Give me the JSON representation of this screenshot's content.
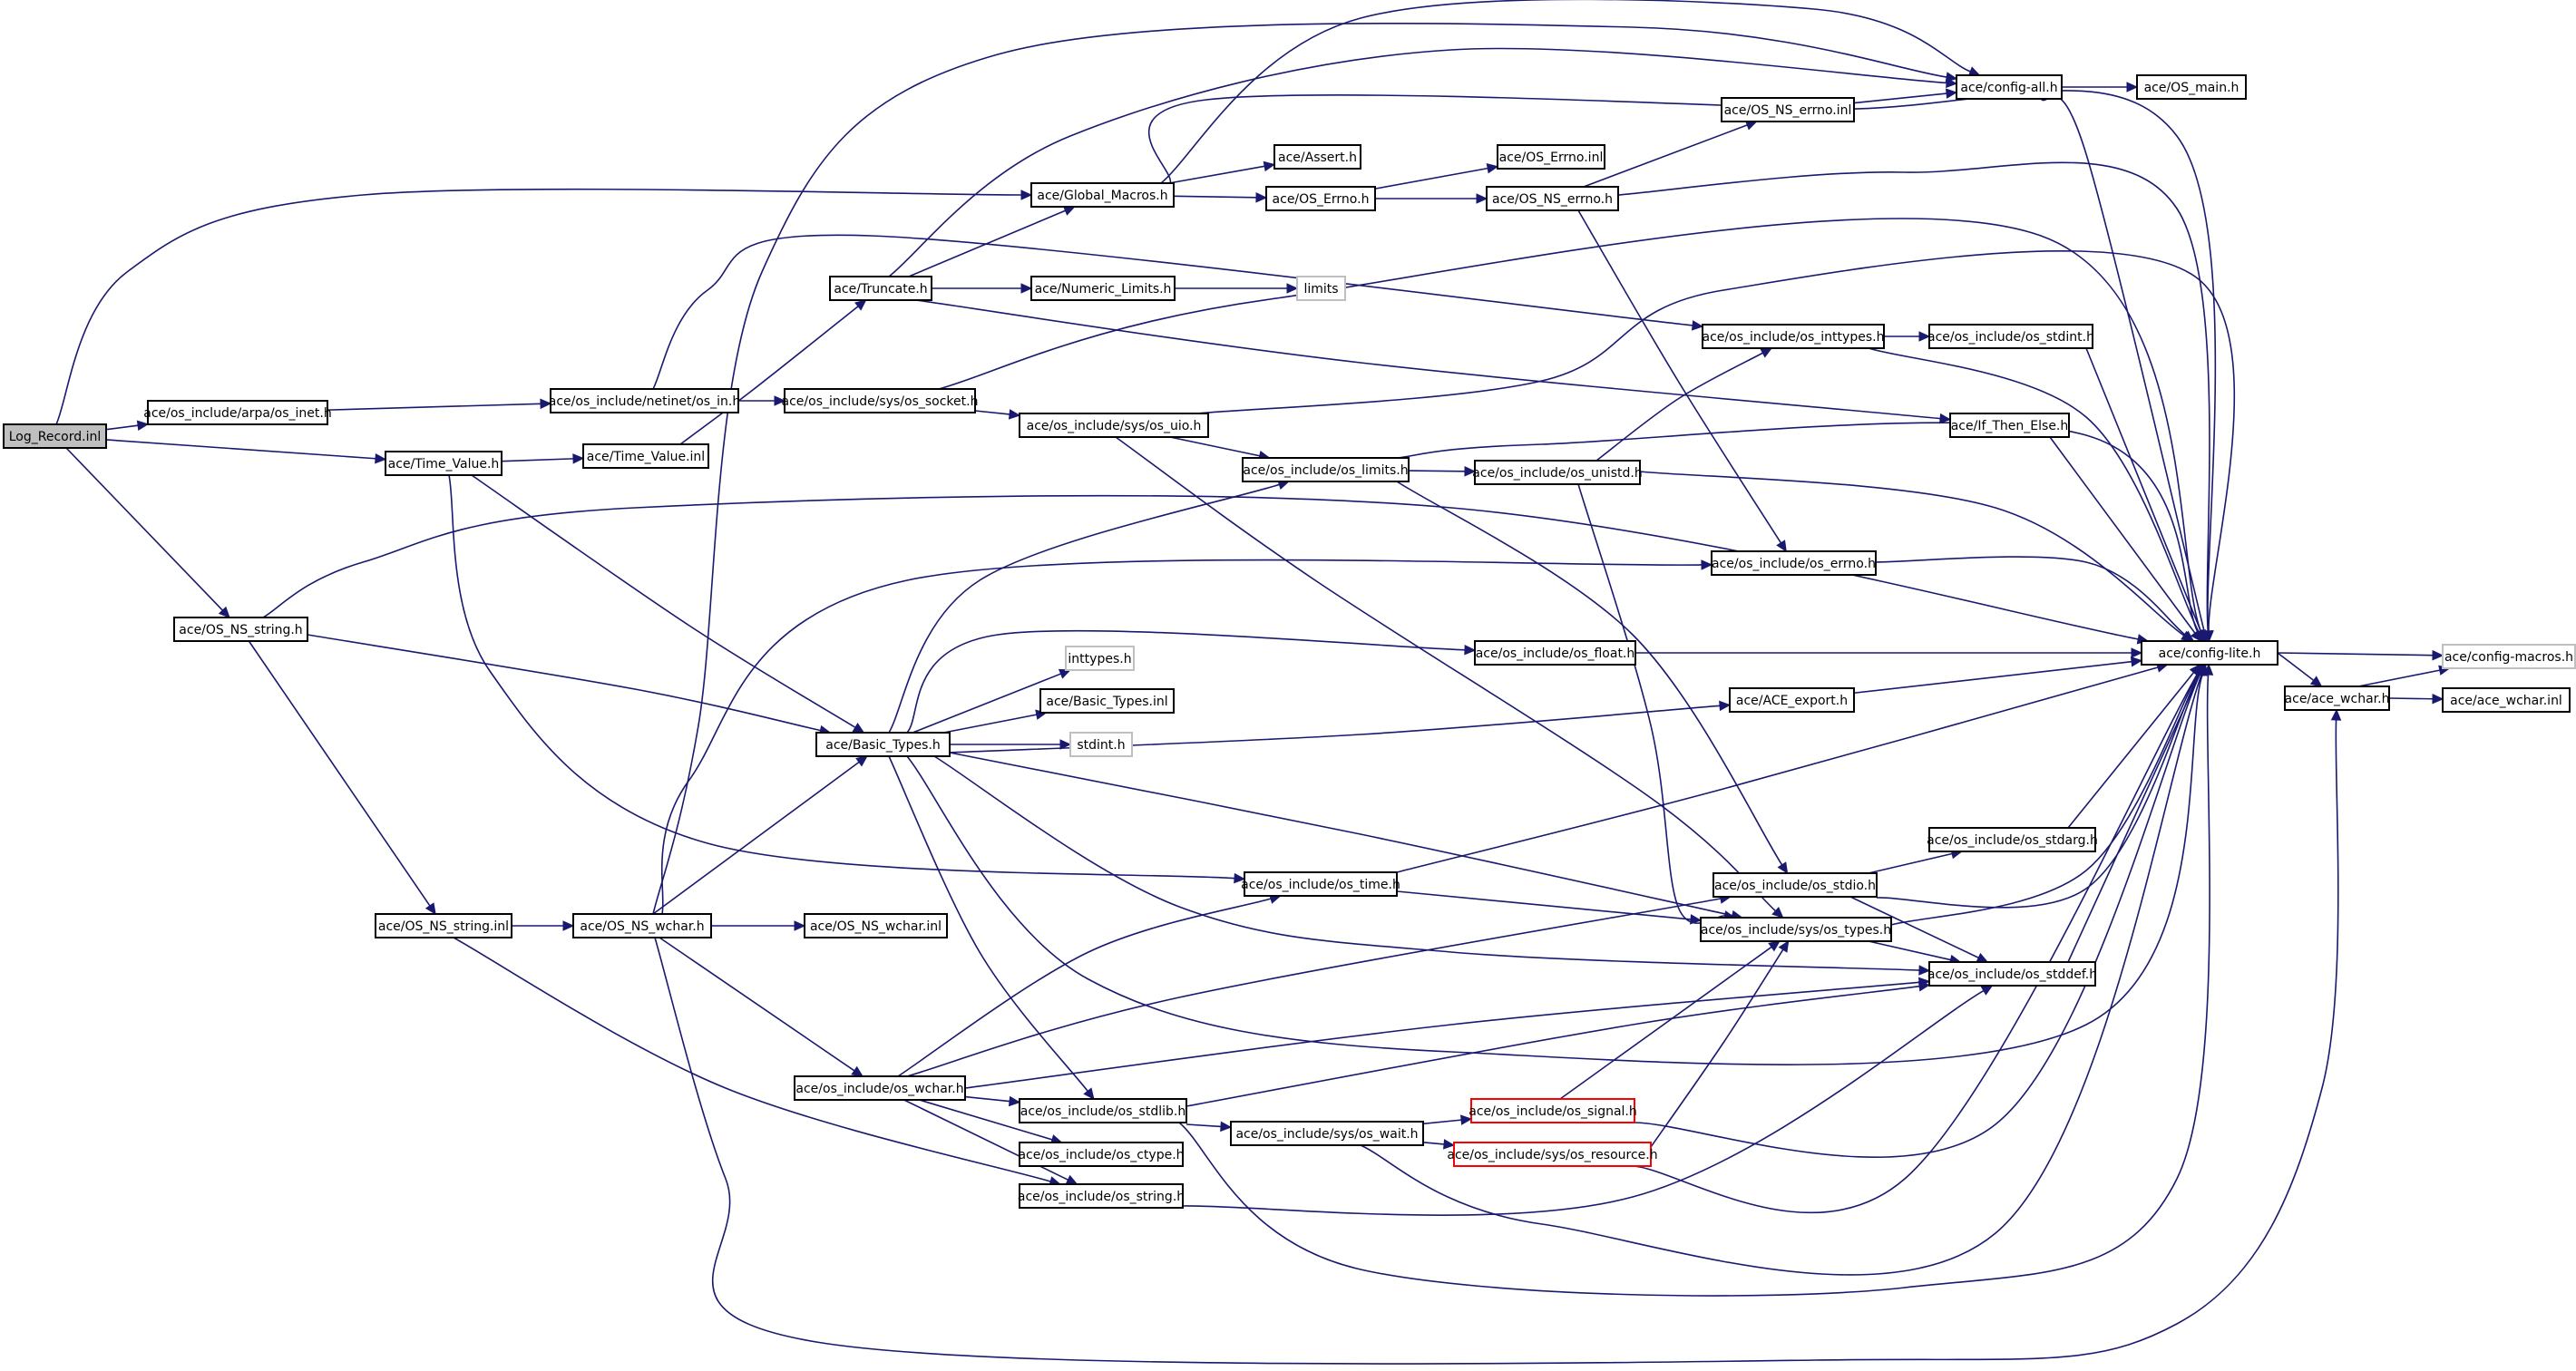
{
  "diagram": {
    "nodes": {
      "log_record_inl": "Log_Record.inl",
      "arpa_inet": "ace/os_include/arpa/os_inet.h",
      "time_value_h": "ace/Time_Value.h",
      "os_ns_string_h": "ace/OS_NS_string.h",
      "os_ns_string_inl": "ace/OS_NS_string.inl",
      "netinet_in": "ace/os_include/netinet/os_in.h",
      "time_value_inl": "ace/Time_Value.inl",
      "os_ns_wchar_h": "ace/OS_NS_wchar.h",
      "os_ns_wchar_inl": "ace/OS_NS_wchar.inl",
      "sys_socket": "ace/os_include/sys/os_socket.h",
      "truncate_h": "ace/Truncate.h",
      "basic_types_h": "ace/Basic_Types.h",
      "os_wchar_h": "ace/os_include/os_wchar.h",
      "global_macros": "ace/Global_Macros.h",
      "numeric_limits": "ace/Numeric_Limits.h",
      "sys_uio": "ace/os_include/sys/os_uio.h",
      "inttypes_std": "inttypes.h",
      "basic_types_inl": "ace/Basic_Types.inl",
      "stdint_std": "stdint.h",
      "os_stdlib": "ace/os_include/os_stdlib.h",
      "os_ctype": "ace/os_include/os_ctype.h",
      "os_string": "ace/os_include/os_string.h",
      "assert_h": "ace/Assert.h",
      "os_errno_h": "ace/OS_Errno.h",
      "limits_std": "limits",
      "os_limits": "ace/os_include/os_limits.h",
      "os_time": "ace/os_include/os_time.h",
      "sys_wait": "ace/os_include/sys/os_wait.h",
      "os_errno_inl": "ace/OS_Errno.inl",
      "os_ns_errno_h": "ace/OS_NS_errno.h",
      "os_unistd": "ace/os_include/os_unistd.h",
      "os_float": "ace/os_include/os_float.h",
      "os_signal": "ace/os_include/os_signal.h",
      "sys_resource": "ace/os_include/sys/os_resource.h",
      "os_ns_errno_inl": "ace/OS_NS_errno.inl",
      "os_inttypes": "ace/os_include/os_inttypes.h",
      "os_errno_inc": "ace/os_include/os_errno.h",
      "ace_export": "ace/ACE_export.h",
      "os_stdio": "ace/os_include/os_stdio.h",
      "sys_types": "ace/os_include/sys/os_types.h",
      "os_stdint": "ace/os_include/os_stdint.h",
      "if_then_else": "ace/If_Then_Else.h",
      "os_stdarg": "ace/os_include/os_stdarg.h",
      "os_stddef": "ace/os_include/os_stddef.h",
      "config_all": "ace/config-all.h",
      "config_lite": "ace/config-lite.h",
      "os_main": "ace/OS_main.h",
      "ace_wchar_h": "ace/ace_wchar.h",
      "config_macros": "ace/config-macros.h",
      "ace_wchar_inl": "ace/ace_wchar.inl"
    },
    "edges": [
      [
        "log_record_inl",
        "arpa_inet"
      ],
      [
        "log_record_inl",
        "time_value_h"
      ],
      [
        "log_record_inl",
        "os_ns_string_h"
      ],
      [
        "log_record_inl",
        "global_macros"
      ],
      [
        "arpa_inet",
        "netinet_in"
      ],
      [
        "netinet_in",
        "sys_socket"
      ],
      [
        "netinet_in",
        "os_inttypes"
      ],
      [
        "sys_socket",
        "sys_uio"
      ],
      [
        "sys_socket",
        "config_lite"
      ],
      [
        "sys_uio",
        "os_limits"
      ],
      [
        "sys_uio",
        "sys_types"
      ],
      [
        "sys_uio",
        "config_lite"
      ],
      [
        "time_value_h",
        "time_value_inl"
      ],
      [
        "time_value_h",
        "basic_types_h"
      ],
      [
        "time_value_h",
        "os_time"
      ],
      [
        "time_value_inl",
        "truncate_h"
      ],
      [
        "truncate_h",
        "global_macros"
      ],
      [
        "truncate_h",
        "numeric_limits"
      ],
      [
        "truncate_h",
        "if_then_else"
      ],
      [
        "truncate_h",
        "config_all"
      ],
      [
        "numeric_limits",
        "limits_std"
      ],
      [
        "global_macros",
        "assert_h"
      ],
      [
        "global_macros",
        "os_errno_h"
      ],
      [
        "global_macros",
        "config_all"
      ],
      [
        "global_macros",
        "config_lite"
      ],
      [
        "os_errno_h",
        "os_errno_inl"
      ],
      [
        "os_errno_h",
        "os_ns_errno_h"
      ],
      [
        "os_ns_errno_h",
        "os_ns_errno_inl"
      ],
      [
        "os_ns_errno_h",
        "os_errno_inc"
      ],
      [
        "os_ns_errno_h",
        "config_lite"
      ],
      [
        "os_ns_errno_inl",
        "config_all"
      ],
      [
        "config_all",
        "os_main"
      ],
      [
        "config_all",
        "config_lite"
      ],
      [
        "os_ns_string_h",
        "basic_types_h"
      ],
      [
        "os_ns_string_h",
        "os_ns_string_inl"
      ],
      [
        "os_ns_string_h",
        "config_lite"
      ],
      [
        "os_ns_string_inl",
        "os_ns_wchar_h"
      ],
      [
        "os_ns_string_inl",
        "os_string"
      ],
      [
        "os_ns_wchar_h",
        "os_ns_wchar_inl"
      ],
      [
        "os_ns_wchar_h",
        "basic_types_h"
      ],
      [
        "os_ns_wchar_h",
        "os_wchar_h"
      ],
      [
        "os_ns_wchar_h",
        "config_all"
      ],
      [
        "os_ns_wchar_h",
        "os_errno_inc"
      ],
      [
        "os_ns_wchar_h",
        "ace_wchar_h"
      ],
      [
        "basic_types_h",
        "inttypes_std"
      ],
      [
        "basic_types_h",
        "basic_types_inl"
      ],
      [
        "basic_types_h",
        "stdint_std"
      ],
      [
        "basic_types_h",
        "ace_export"
      ],
      [
        "basic_types_h",
        "os_limits"
      ],
      [
        "basic_types_h",
        "os_float"
      ],
      [
        "basic_types_h",
        "os_stdlib"
      ],
      [
        "basic_types_h",
        "sys_types"
      ],
      [
        "basic_types_h",
        "os_stddef"
      ],
      [
        "basic_types_h",
        "config_lite"
      ],
      [
        "os_limits",
        "os_unistd"
      ],
      [
        "os_limits",
        "os_stdio"
      ],
      [
        "os_limits",
        "config_lite"
      ],
      [
        "os_unistd",
        "os_inttypes"
      ],
      [
        "os_unistd",
        "sys_types"
      ],
      [
        "os_unistd",
        "config_lite"
      ],
      [
        "os_inttypes",
        "os_stdint"
      ],
      [
        "os_inttypes",
        "config_lite"
      ],
      [
        "os_stdint",
        "config_lite"
      ],
      [
        "if_then_else",
        "config_lite"
      ],
      [
        "os_errno_inc",
        "config_lite"
      ],
      [
        "os_float",
        "config_lite"
      ],
      [
        "ace_export",
        "config_lite"
      ],
      [
        "os_time",
        "sys_types"
      ],
      [
        "os_time",
        "config_lite"
      ],
      [
        "os_wchar_h",
        "os_time"
      ],
      [
        "os_wchar_h",
        "os_stdio"
      ],
      [
        "os_wchar_h",
        "os_stdlib"
      ],
      [
        "os_wchar_h",
        "os_ctype"
      ],
      [
        "os_wchar_h",
        "os_string"
      ],
      [
        "os_wchar_h",
        "os_stddef"
      ],
      [
        "os_stdlib",
        "sys_wait"
      ],
      [
        "os_stdlib",
        "os_stddef"
      ],
      [
        "os_stdlib",
        "config_lite"
      ],
      [
        "sys_wait",
        "os_signal"
      ],
      [
        "sys_wait",
        "sys_resource"
      ],
      [
        "sys_wait",
        "config_lite"
      ],
      [
        "os_signal",
        "sys_types"
      ],
      [
        "os_signal",
        "config_lite"
      ],
      [
        "sys_resource",
        "sys_types"
      ],
      [
        "sys_resource",
        "config_lite"
      ],
      [
        "os_string",
        "os_stddef"
      ],
      [
        "os_stdio",
        "os_stdarg"
      ],
      [
        "os_stdio",
        "os_stddef"
      ],
      [
        "os_stdio",
        "config_lite"
      ],
      [
        "os_stdarg",
        "config_lite"
      ],
      [
        "sys_types",
        "os_stddef"
      ],
      [
        "sys_types",
        "config_lite"
      ],
      [
        "os_stddef",
        "config_lite"
      ],
      [
        "config_lite",
        "config_macros"
      ],
      [
        "config_lite",
        "ace_wchar_h"
      ],
      [
        "ace_wchar_h",
        "ace_wchar_inl"
      ],
      [
        "ace_wchar_h",
        "config_macros"
      ]
    ]
  }
}
